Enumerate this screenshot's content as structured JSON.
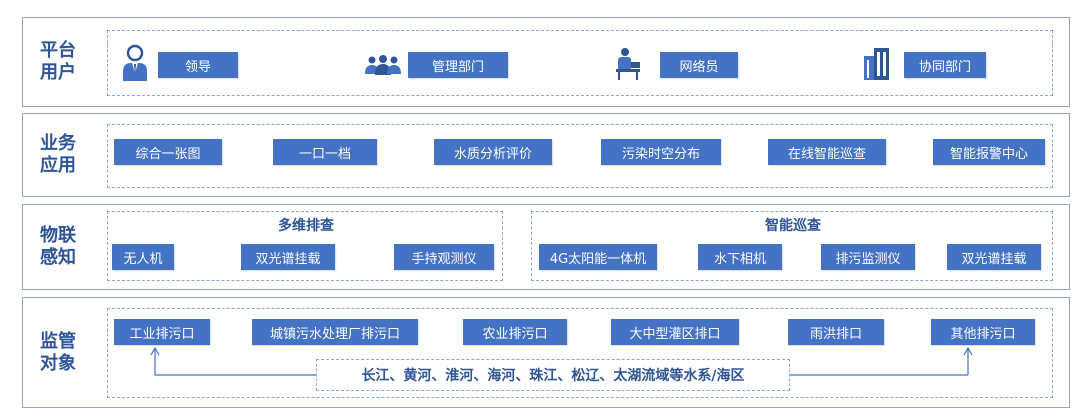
{
  "layers": {
    "platform": {
      "title_line1": "平台",
      "title_line2": "用户",
      "users": [
        "领导",
        "管理部门",
        "网络员",
        "协同部门"
      ]
    },
    "business": {
      "title_line1": "业务",
      "title_line2": "应用",
      "apps": [
        "综合一张图",
        "一口一档",
        "水质分析评价",
        "污染时空分布",
        "在线智能巡查",
        "智能报警中心"
      ]
    },
    "iot": {
      "title_line1": "物联",
      "title_line2": "感知",
      "group1": {
        "title": "多维排查",
        "items": [
          "无人机",
          "双光谱挂载",
          "手持观测仪"
        ]
      },
      "group2": {
        "title": "智能巡查",
        "items": [
          "4G太阳能一体机",
          "水下相机",
          "排污监测仪",
          "双光谱挂载"
        ]
      }
    },
    "monitor": {
      "title_line1": "监管",
      "title_line2": "对象",
      "objects": [
        "工业排污口",
        "城镇污水处理厂排污口",
        "农业排污口",
        "大中型灌区排口",
        "雨洪排口",
        "其他排污口"
      ],
      "scope": "长江、黄河、淮河、海河、珠江、松辽、太湖流域等水系/海区"
    }
  },
  "icons": {
    "user": "person-icon",
    "group": "group-icon",
    "worker": "worker-at-desk-icon",
    "building": "building-icon",
    "accent": "#4472c4",
    "title_color": "#2f5597"
  }
}
